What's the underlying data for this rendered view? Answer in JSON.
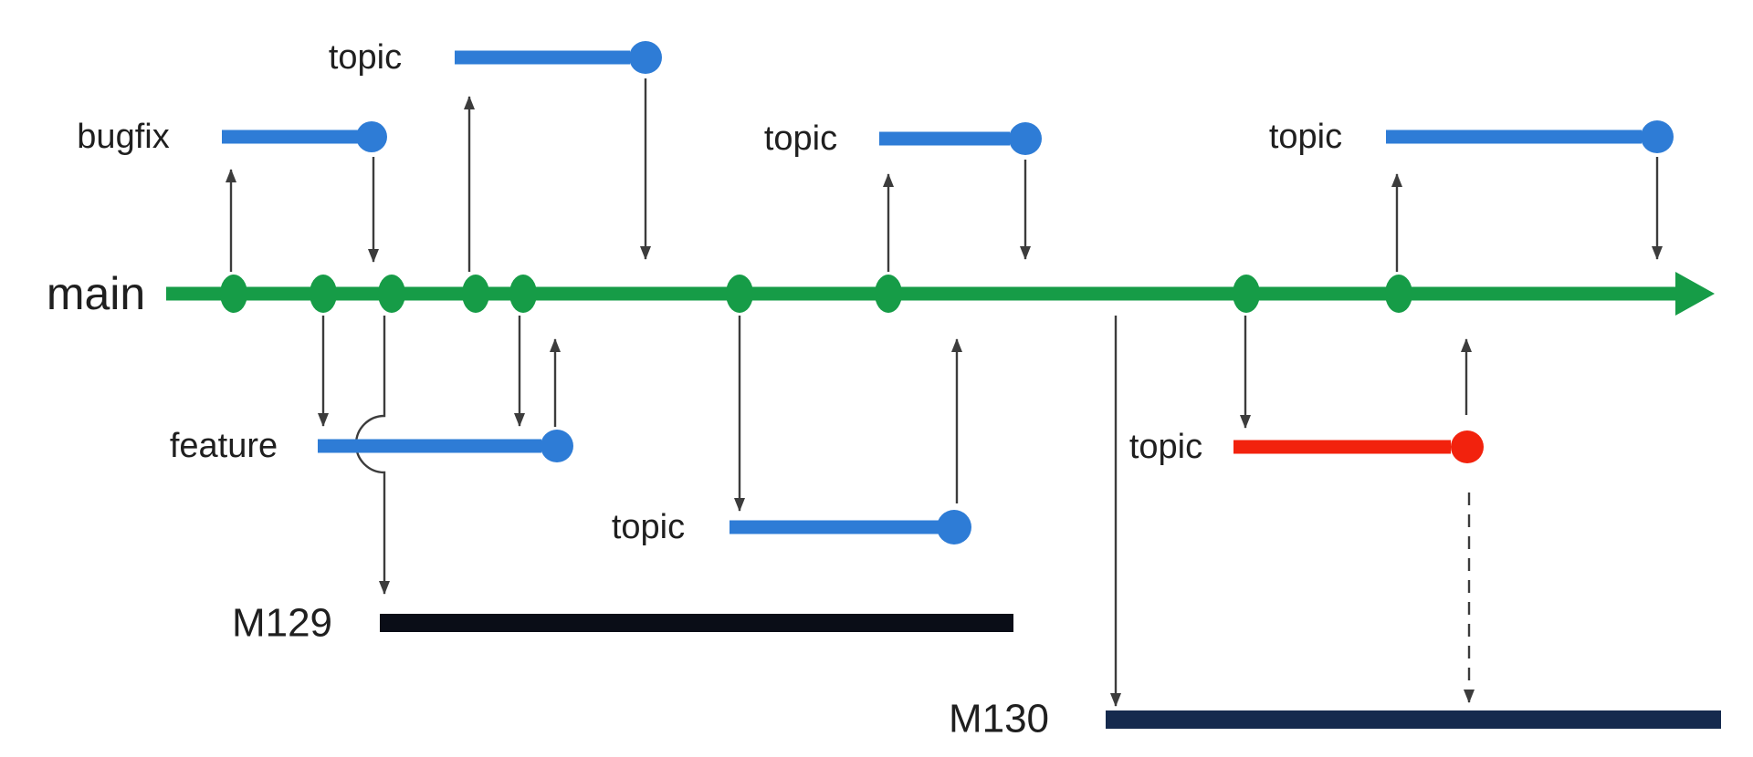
{
  "colors": {
    "green": "#169c47",
    "blue": "#2e7cd6",
    "red": "#f2220d",
    "arrow": "#3c3c3c",
    "text": "#1f1f1f",
    "m129bar": "#0a0d17",
    "m130bar": "#152a4e"
  },
  "main_branch": {
    "label": "main",
    "commit_count": 9
  },
  "branches": {
    "bugfix": {
      "label": "bugfix",
      "color": "blue"
    },
    "topic_top": {
      "label": "topic",
      "color": "blue"
    },
    "topic_mid": {
      "label": "topic",
      "color": "blue"
    },
    "topic_right": {
      "label": "topic",
      "color": "blue"
    },
    "feature": {
      "label": "feature",
      "color": "blue"
    },
    "topic_bottom": {
      "label": "topic",
      "color": "blue"
    },
    "topic_red": {
      "label": "topic",
      "color": "red"
    }
  },
  "milestones": {
    "m129": {
      "label": "M129"
    },
    "m130": {
      "label": "M130"
    }
  }
}
